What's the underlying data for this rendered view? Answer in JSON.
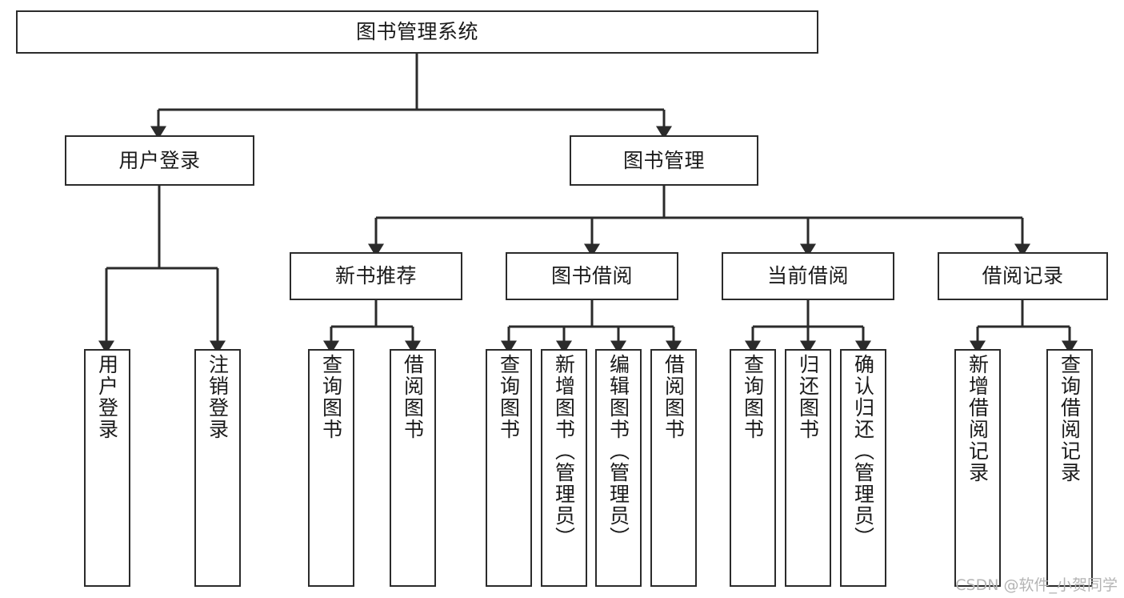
{
  "diagram": {
    "title": "图书管理系统",
    "type": "tree-hierarchy-chart",
    "watermark": "CSDN @软件_小贺同学",
    "colors": {
      "box_border": "#2b2b2b",
      "box_fill": "#ffffff",
      "edge": "#2b2b2b",
      "text": "#1a1a1a",
      "watermark": "#b4b4b4",
      "background": "#ffffff"
    },
    "levels": {
      "root": {
        "label": "图书管理系统"
      },
      "level2": [
        {
          "id": "user-login",
          "label": "用户登录"
        },
        {
          "id": "book-management",
          "label": "图书管理"
        }
      ],
      "level3": [
        {
          "id": "new-book-recommend",
          "label": "新书推荐",
          "parent": "book-management"
        },
        {
          "id": "book-borrow",
          "label": "图书借阅",
          "parent": "book-management"
        },
        {
          "id": "current-borrow",
          "label": "当前借阅",
          "parent": "book-management"
        },
        {
          "id": "borrow-record",
          "label": "借阅记录",
          "parent": "book-management"
        }
      ],
      "leaves": [
        {
          "id": "leaf-user-login",
          "label": "用户登录",
          "parent": "user-login"
        },
        {
          "id": "leaf-logout-login",
          "label": "注销登录",
          "parent": "user-login"
        },
        {
          "id": "leaf-query-book-1",
          "label": "查询图书",
          "parent": "new-book-recommend"
        },
        {
          "id": "leaf-borrow-book-1",
          "label": "借阅图书",
          "parent": "new-book-recommend"
        },
        {
          "id": "leaf-query-book-2",
          "label": "查询图书",
          "parent": "book-borrow"
        },
        {
          "id": "leaf-add-book",
          "label": "新增图书（管理员）",
          "parent": "book-borrow"
        },
        {
          "id": "leaf-edit-book",
          "label": "编辑图书（管理员）",
          "parent": "book-borrow"
        },
        {
          "id": "leaf-borrow-book-2",
          "label": "借阅图书",
          "parent": "book-borrow"
        },
        {
          "id": "leaf-query-book-3",
          "label": "查询图书",
          "parent": "current-borrow"
        },
        {
          "id": "leaf-return-book",
          "label": "归还图书",
          "parent": "current-borrow"
        },
        {
          "id": "leaf-confirm-return",
          "label": "确认归还（管理员）",
          "parent": "current-borrow"
        },
        {
          "id": "leaf-add-record",
          "label": "新增借阅记录",
          "parent": "borrow-record"
        },
        {
          "id": "leaf-query-record",
          "label": "查询借阅记录",
          "parent": "borrow-record"
        }
      ]
    }
  }
}
